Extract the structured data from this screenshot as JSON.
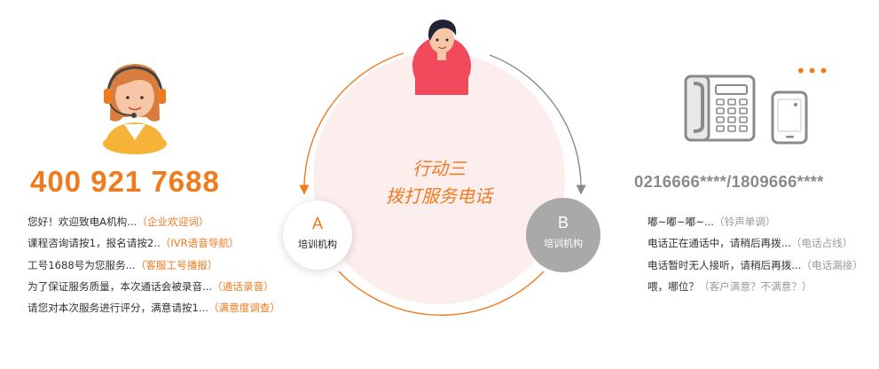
{
  "left": {
    "hotline": "400 921 7688",
    "messages": [
      {
        "text": "您好！欢迎致电A机构...",
        "tag": "（企业欢迎词）"
      },
      {
        "text": "课程咨询请按1，报名请按2..",
        "tag": "（IVR语音导航）"
      },
      {
        "text": "工号1688号为您服务...",
        "tag": "（客服工号播报）"
      },
      {
        "text": "为了保证服务质量，本次通话会被录音...",
        "tag": "（通话录音）"
      },
      {
        "text": "请您对本次服务进行评分，满意请按1...",
        "tag": "（满意度调查）"
      }
    ]
  },
  "center": {
    "title_line1": "行动三",
    "title_line2": "拨打服务电话",
    "node_a": {
      "letter": "A",
      "name": "培训机构"
    },
    "node_b": {
      "letter": "B",
      "name": "培训机构"
    }
  },
  "right": {
    "numbers": "0216666****/1809666****",
    "statuses": [
      {
        "text": "嘟~嘟~嘟~...",
        "tag": "（铃声单调）"
      },
      {
        "text": "电话正在通话中，请稍后再拨...",
        "tag": "（电话占线）"
      },
      {
        "text": "电话暂时无人接听，请稍后再拨...",
        "tag": "（电话漏接）"
      },
      {
        "text": "喂，哪位？",
        "tag": "（客户满意？不满意？）"
      }
    ]
  },
  "colors": {
    "accent": "#f07a1e",
    "grey_node": "#a9a9a9",
    "circle_fill": "#fdeaea"
  },
  "icons": [
    "customer-service-agent-icon",
    "customer-avatar-icon",
    "desk-phone-icon",
    "mobile-phone-icon",
    "more-dots-icon"
  ]
}
